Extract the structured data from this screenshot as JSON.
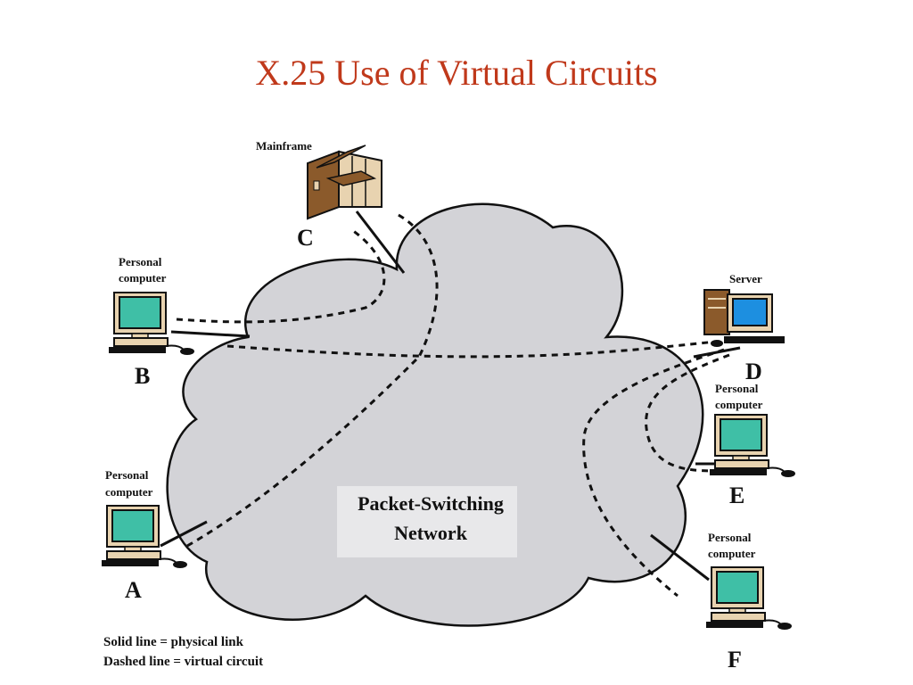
{
  "slide": {
    "title": "X.25 Use of Virtual Circuits"
  },
  "network": {
    "line1": "Packet-Switching",
    "line2": "Network"
  },
  "nodes": {
    "A": {
      "letter": "A",
      "type1": "Personal",
      "type2": "computer"
    },
    "B": {
      "letter": "B",
      "type1": "Personal",
      "type2": "computer"
    },
    "C": {
      "letter": "C",
      "type": "Mainframe"
    },
    "D": {
      "letter": "D",
      "type": "Server"
    },
    "E": {
      "letter": "E",
      "type1": "Personal",
      "type2": "computer"
    },
    "F": {
      "letter": "F",
      "type1": "Personal",
      "type2": "computer"
    }
  },
  "legend": {
    "solid": "Solid line = physical link",
    "dashed": "Dashed line = virtual circuit"
  },
  "colors": {
    "title": "#c0391b",
    "cloud_fill": "#d3d3d7",
    "screen_teal": "#3fbfa6",
    "server_screen": "#1d8fe0",
    "beige": "#e8d3b0",
    "brown": "#8b5a2b"
  }
}
